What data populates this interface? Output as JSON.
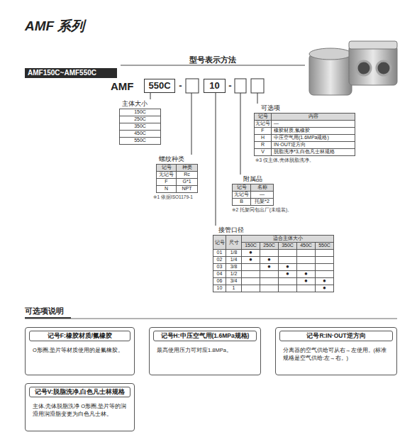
{
  "diagram": {
    "title": "AMF 系列",
    "nodes": [
      {
        "text": [
          "AMF150C~AMF550C"
        ]
      },
      {
        "text": [
          "550C"
        ]
      },
      {
        "text": [
          "10"
        ]
      },
      {
        "text": [
          "主体大小"
        ]
      },
      {
        "text": [
          "螺纹种类"
        ]
      },
      {
        "text": [
          "附属品"
        ]
      },
      {
        "text": [
          "可选项"
        ]
      },
      {
        "text": [
          "接管口径"
        ]
      },
      {
        "text": [
          "记号F:橡胶材质/氟橡胶",
          "O形圈,垫片等材质使用的是氟橡胶。"
        ]
      },
      {
        "text": [
          "记号H:中压空气用(1.6MPa规格)",
          "最高使用压力可对应1.8MPa。"
        ]
      },
      {
        "text": [
          "记号R:IN·OUT逆方向",
          "分离器的空气供给可从右→左使用。(标准规格是空气供给:左→右。)"
        ]
      },
      {
        "text": [
          "记号V:脱脂洗净,白色凡士林规格",
          "主体,壳体脱脂洗净 O形圈,垫片等的润滑用润滑脂变更为白色凡士林。"
        ]
      }
    ],
    "edges": [
      {
        "from": 1,
        "to": 3,
        "arrow": "none"
      },
      {
        "from": 2,
        "to": 7,
        "arrow": "none"
      }
    ],
    "labels": [
      "型号表示方法",
      "AMF",
      "-",
      "-",
      "150C",
      "250C",
      "350C",
      "450C",
      "550C",
      "记号",
      "种类",
      "无记号",
      "Rc",
      "F",
      "G*1",
      "N",
      "NPT",
      "※1 依据ISO1179-1",
      "记号",
      "名称",
      "无记号",
      "—",
      "B",
      "托架*2",
      "※2 托架同包出厂(未组装)。",
      "记号",
      "内容",
      "无记号",
      "—",
      "F",
      "橡胶材质,氟橡胶",
      "H",
      "中压空气用(1.6MPa规格)",
      "R",
      "IN·OUT逆方向",
      "V",
      "脱脂洗净*3,白色凡士林规格",
      "※3 仅主体,壳体脱脂洗净。",
      "记号",
      "尺寸",
      "适合主体大小",
      "150C",
      "250C",
      "350C",
      "450C",
      "550C",
      "01",
      "1/8",
      "●",
      "02",
      "1/4",
      "●",
      "●",
      "03",
      "3/8",
      "●",
      "●",
      "04",
      "1/2",
      "●",
      "●",
      "06",
      "3/4",
      "●",
      "●",
      "10",
      "1",
      "●",
      "可选项说明"
    ]
  }
}
